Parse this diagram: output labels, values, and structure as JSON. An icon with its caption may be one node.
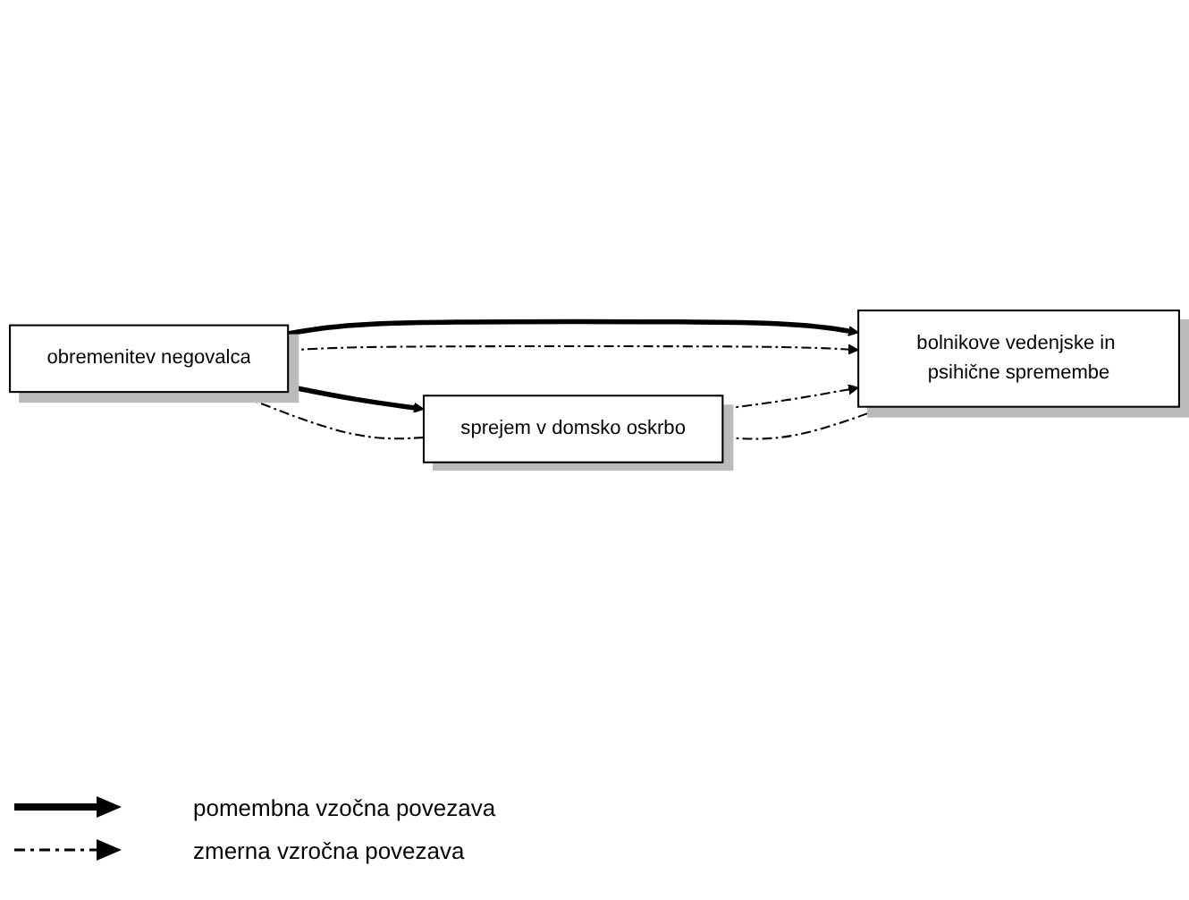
{
  "diagram": {
    "nodes": [
      {
        "text": [
          "obremenitev negovalca"
        ]
      },
      {
        "text": [
          "sprejem v domsko oskrbo"
        ]
      },
      {
        "text": [
          "bolnikove vedenjske in psihične spremembe"
        ]
      }
    ],
    "edges": [
      {
        "from": 0,
        "to": 1,
        "arrow": "to",
        "style": "thick"
      },
      {
        "from": 1,
        "to": 0,
        "arrow": "to",
        "style": "dashed"
      },
      {
        "from": 0,
        "to": 2,
        "arrow": "to",
        "style": "thick"
      },
      {
        "from": 0,
        "to": 2,
        "arrow": "to",
        "style": "dashed"
      },
      {
        "from": 1,
        "to": 2,
        "arrow": "to",
        "style": "dashed"
      },
      {
        "from": 2,
        "to": 1,
        "arrow": "to",
        "style": "dashed"
      }
    ],
    "legend": [
      {
        "text": "pomembna vzočna povezava"
      },
      {
        "text": "zmerna vzročna povezava"
      }
    ]
  }
}
